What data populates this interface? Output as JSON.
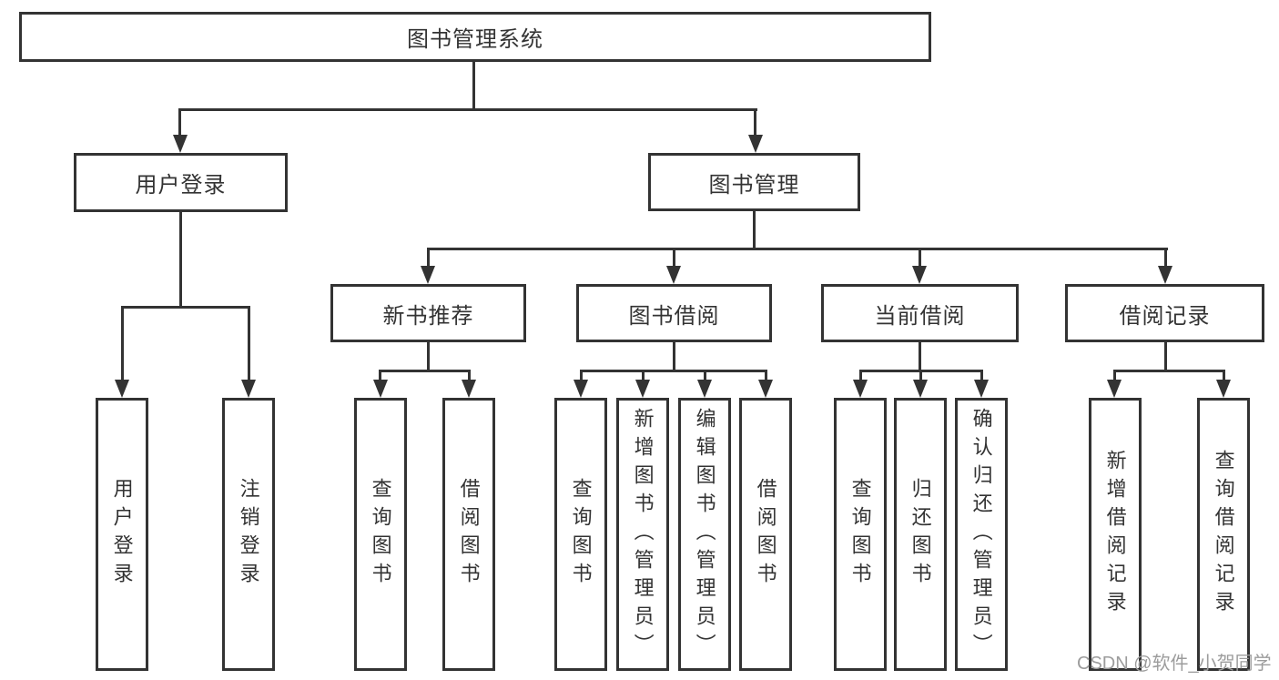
{
  "tree": {
    "root": "图书管理系统",
    "children": [
      {
        "label": "用户登录",
        "children": [
          "用户登录",
          "注销登录"
        ]
      },
      {
        "label": "图书管理",
        "children": [
          {
            "label": "新书推荐",
            "children": [
              "查询图书",
              "借阅图书"
            ]
          },
          {
            "label": "图书借阅",
            "children": [
              "查询图书",
              "新增图书（管理员）",
              "编辑图书（管理员）",
              "借阅图书"
            ]
          },
          {
            "label": "当前借阅",
            "children": [
              "查询图书",
              "归还图书",
              "确认归还（管理员）"
            ]
          },
          {
            "label": "借阅记录",
            "children": [
              "新增借阅记录",
              "查询借阅记录"
            ]
          }
        ]
      }
    ]
  },
  "watermark": {
    "text": "CSDN @软件_小贺同学"
  },
  "colors": {
    "line": "#333333",
    "text": "#333333",
    "watermark": "#9c9c9c",
    "background": "#ffffff"
  }
}
